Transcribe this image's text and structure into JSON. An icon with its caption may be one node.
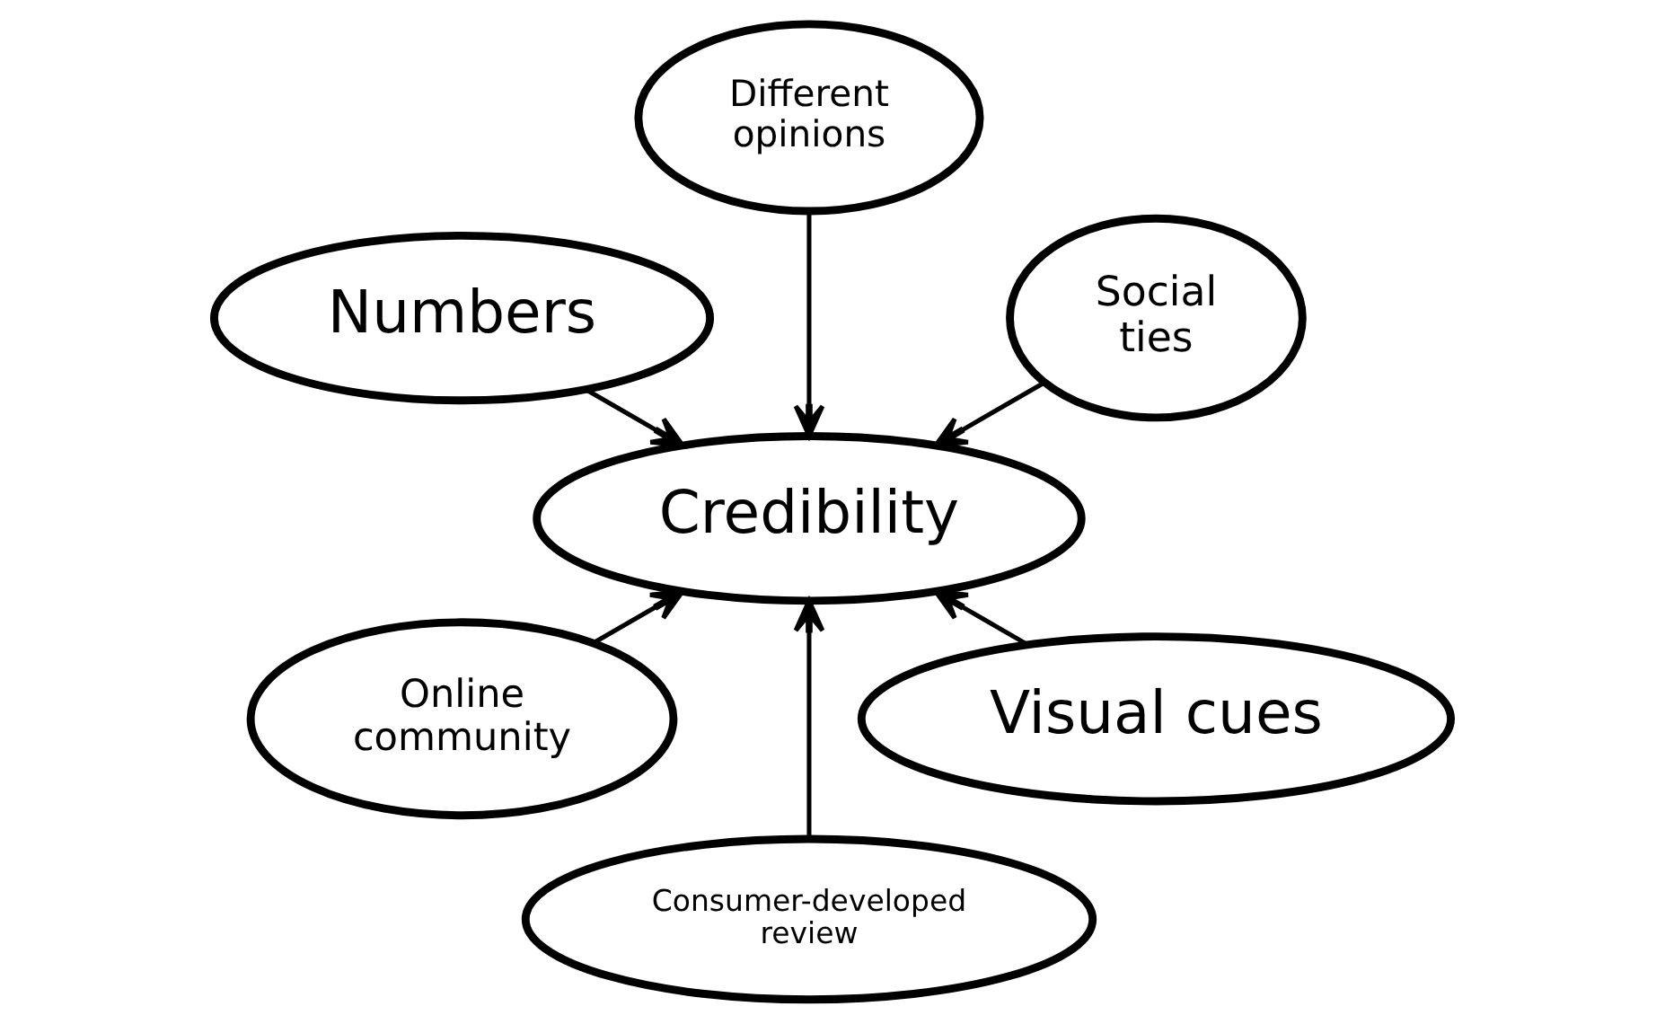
{
  "diagram": {
    "nodes": [
      {
        "text": [
          "Social ties"
        ]
      },
      {
        "text": [
          "Different opinions"
        ]
      },
      {
        "text": [
          "Numbers"
        ]
      },
      {
        "text": [
          "Credibility"
        ]
      },
      {
        "text": [
          "Online community"
        ]
      },
      {
        "text": [
          "Consumer-developed review"
        ]
      },
      {
        "text": [
          "Visual cues"
        ]
      }
    ],
    "edges": [
      {
        "from": 0,
        "to": 3,
        "arrow": "to"
      },
      {
        "from": 1,
        "to": 3,
        "arrow": "to"
      },
      {
        "from": 2,
        "to": 3,
        "arrow": "to"
      },
      {
        "from": 4,
        "to": 3,
        "arrow": "to"
      },
      {
        "from": 5,
        "to": 3,
        "arrow": "to"
      },
      {
        "from": 6,
        "to": 3,
        "arrow": "to"
      }
    ]
  }
}
